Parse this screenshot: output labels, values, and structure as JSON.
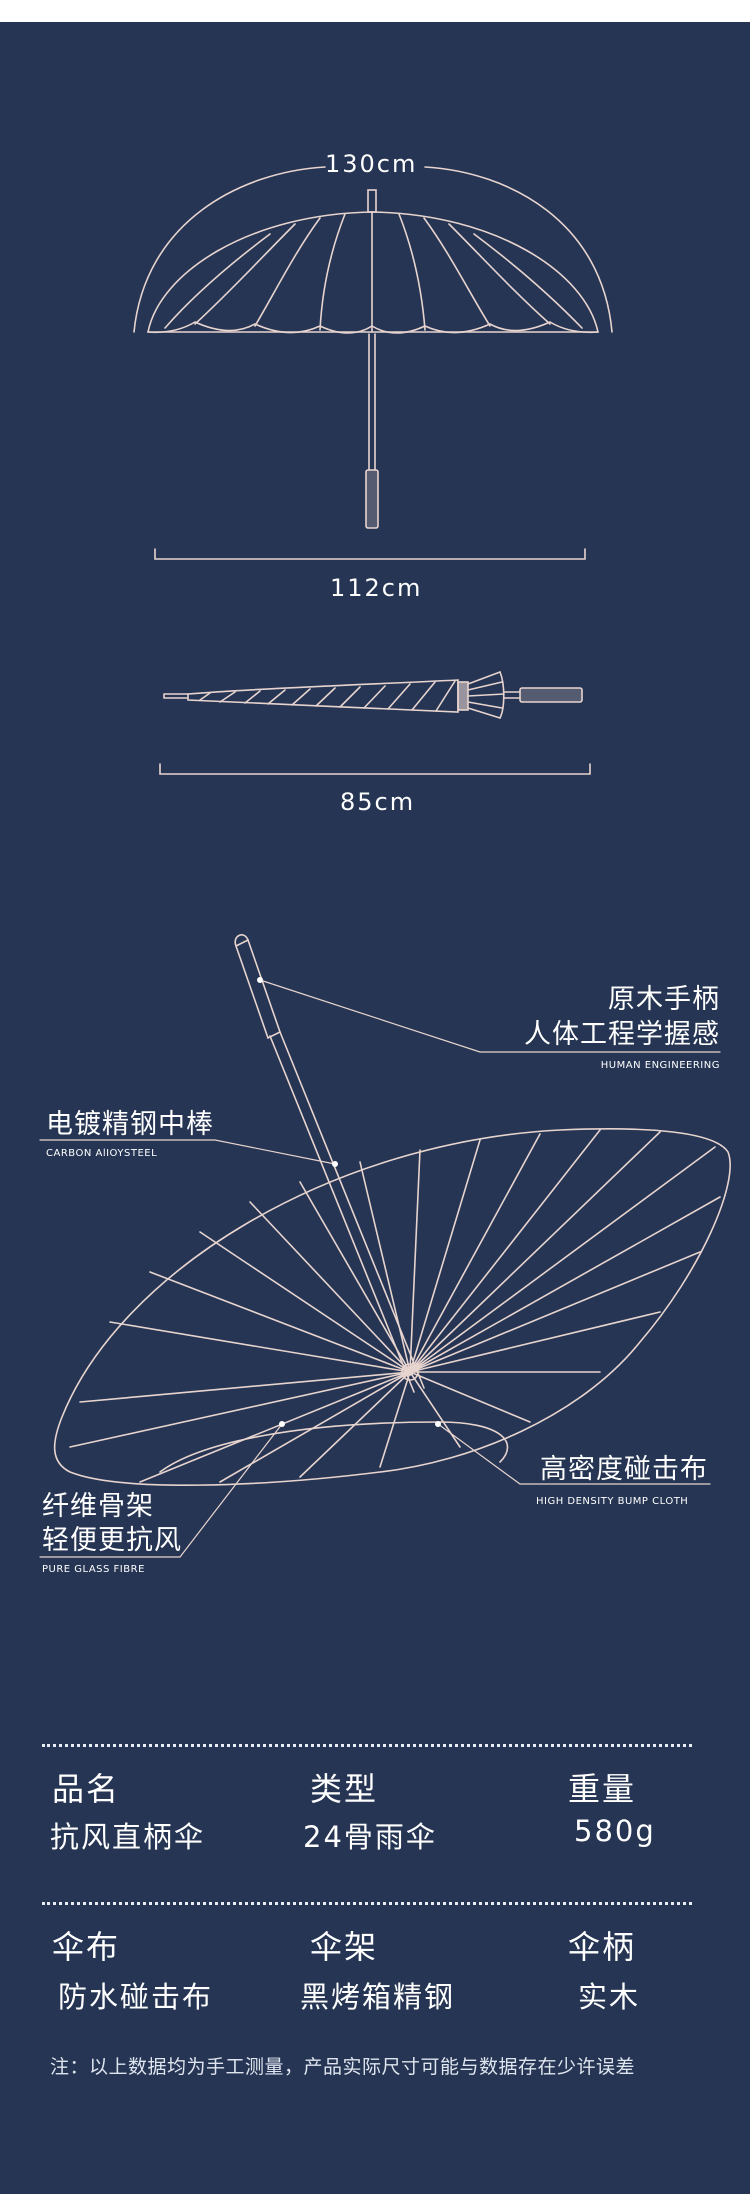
{
  "dimensions": {
    "open_width": "130cm",
    "open_height": "112cm",
    "closed_length": "85cm"
  },
  "labels": {
    "handle": {
      "cn_line1": "原木手柄",
      "cn_line2": "人体工程学握感",
      "en": "HUMAN ENGINEERING"
    },
    "shaft": {
      "cn": "电镀精钢中棒",
      "en": "CARBON AlIOYSTEEL"
    },
    "ribs": {
      "cn_line1": "纤维骨架",
      "cn_line2": "轻便更抗风",
      "en": "PURE GLASS FIBRE"
    },
    "canopy": {
      "cn": "高密度碰击布",
      "en": "HIGH DENSITY BUMP CLOTH"
    }
  },
  "specs": {
    "row1": [
      {
        "title": "品名",
        "value": "抗风直柄伞"
      },
      {
        "title": "类型",
        "value": "24骨雨伞"
      },
      {
        "title": "重量",
        "value": "580g"
      }
    ],
    "row2": [
      {
        "title": "伞布",
        "value": "防水碰击布"
      },
      {
        "title": "伞架",
        "value": "黑烤箱精钢"
      },
      {
        "title": "伞柄",
        "value": "实木"
      }
    ]
  },
  "note": "注：以上数据均为手工测量，产品实际尺寸可能与数据存在少许误差",
  "colors": {
    "background": "#253553",
    "line": "#e8d4cf",
    "text": "#ffffff"
  }
}
